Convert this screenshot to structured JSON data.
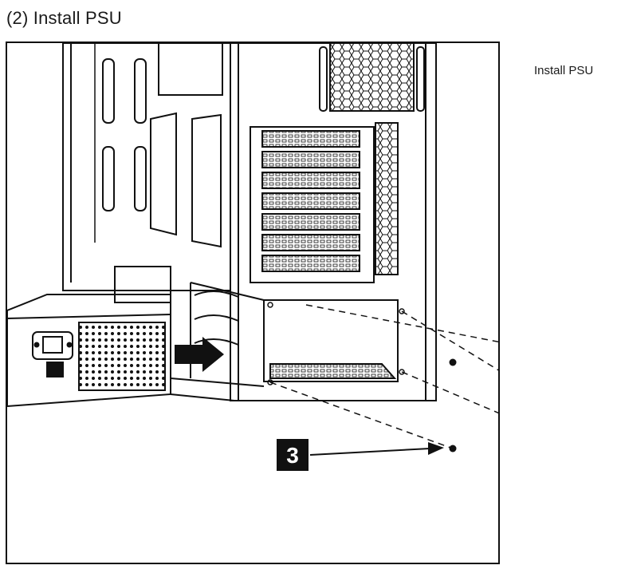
{
  "title": "(2) Install PSU",
  "caption": "Install PSU",
  "figure": {
    "callout_number": "3"
  },
  "colors": {
    "line": "#111111",
    "background": "#ffffff",
    "callout_bg": "#111111",
    "callout_text": "#ffffff"
  },
  "icons": [
    "screw-icon",
    "direction-arrow-icon"
  ]
}
